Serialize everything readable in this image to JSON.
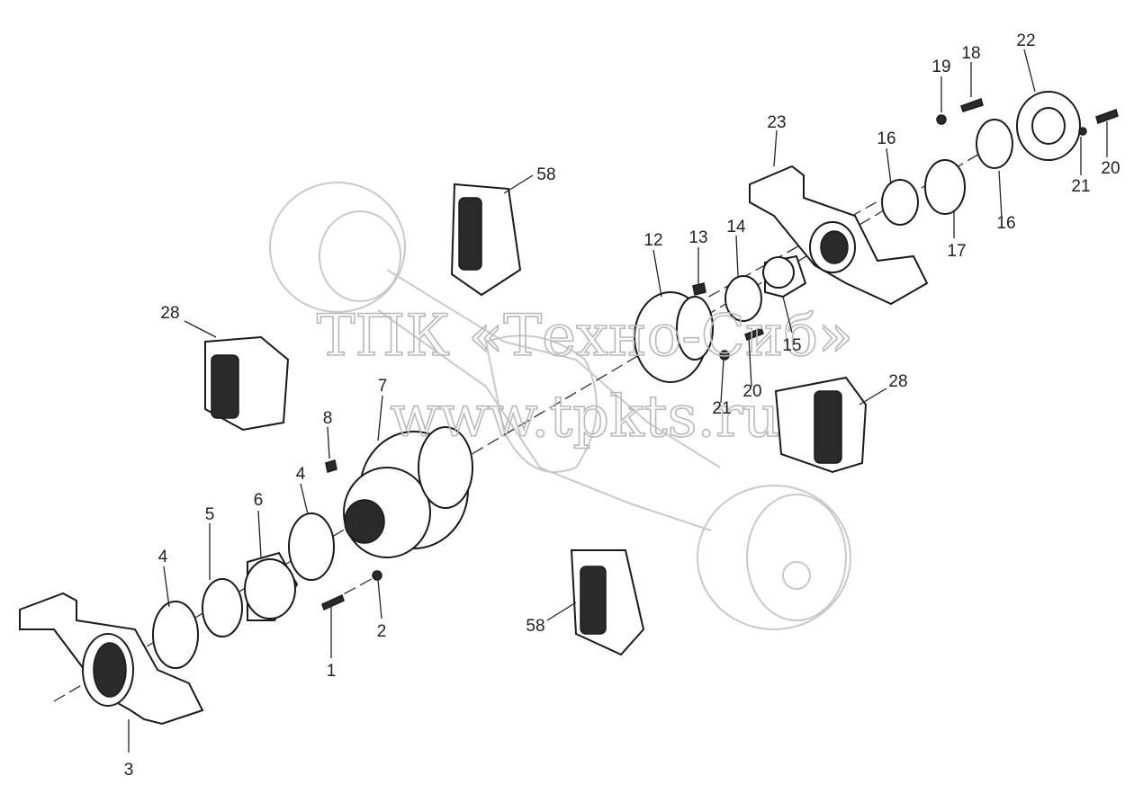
{
  "watermark": {
    "line1": "ТПК «Техно-Сиб»",
    "line2": "www.tpkts.ru"
  },
  "callouts": [
    {
      "id": "c1",
      "label": "1"
    },
    {
      "id": "c2",
      "label": "2"
    },
    {
      "id": "c3",
      "label": "3"
    },
    {
      "id": "c4a",
      "label": "4"
    },
    {
      "id": "c4b",
      "label": "4"
    },
    {
      "id": "c5",
      "label": "5"
    },
    {
      "id": "c6",
      "label": "6"
    },
    {
      "id": "c7",
      "label": "7"
    },
    {
      "id": "c8",
      "label": "8"
    },
    {
      "id": "c12",
      "label": "12"
    },
    {
      "id": "c13",
      "label": "13"
    },
    {
      "id": "c14",
      "label": "14"
    },
    {
      "id": "c15",
      "label": "15"
    },
    {
      "id": "c16a",
      "label": "16"
    },
    {
      "id": "c16b",
      "label": "16"
    },
    {
      "id": "c17",
      "label": "17"
    },
    {
      "id": "c18",
      "label": "18"
    },
    {
      "id": "c19",
      "label": "19"
    },
    {
      "id": "c20a",
      "label": "20"
    },
    {
      "id": "c20b",
      "label": "20"
    },
    {
      "id": "c21a",
      "label": "21"
    },
    {
      "id": "c21b",
      "label": "21"
    },
    {
      "id": "c22",
      "label": "22"
    },
    {
      "id": "c23",
      "label": "23"
    },
    {
      "id": "c28a",
      "label": "28"
    },
    {
      "id": "c28b",
      "label": "28"
    },
    {
      "id": "c58a",
      "label": "58"
    },
    {
      "id": "c58b",
      "label": "58"
    }
  ]
}
